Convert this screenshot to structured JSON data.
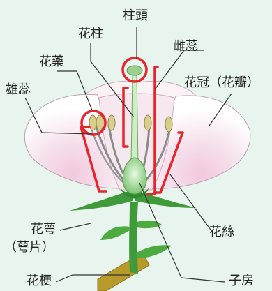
{
  "diagram": {
    "labels": {
      "stigma": "柱頭",
      "style": "花柱",
      "pistil": "雌蕊",
      "anther": "花藥",
      "petals": "花冠（花瓣）",
      "stamen": "雄蕊",
      "sepals": "花萼",
      "sepal_pieces": "（萼片）",
      "filament": "花絲",
      "pedicel": "花梗",
      "ovary": "子房"
    },
    "colors": {
      "background": "#e8f4ee",
      "highlight": "#e8242b",
      "petal": "#f4e6ee",
      "stem": "#3f9a3a",
      "anther": "#d8cf88"
    }
  }
}
